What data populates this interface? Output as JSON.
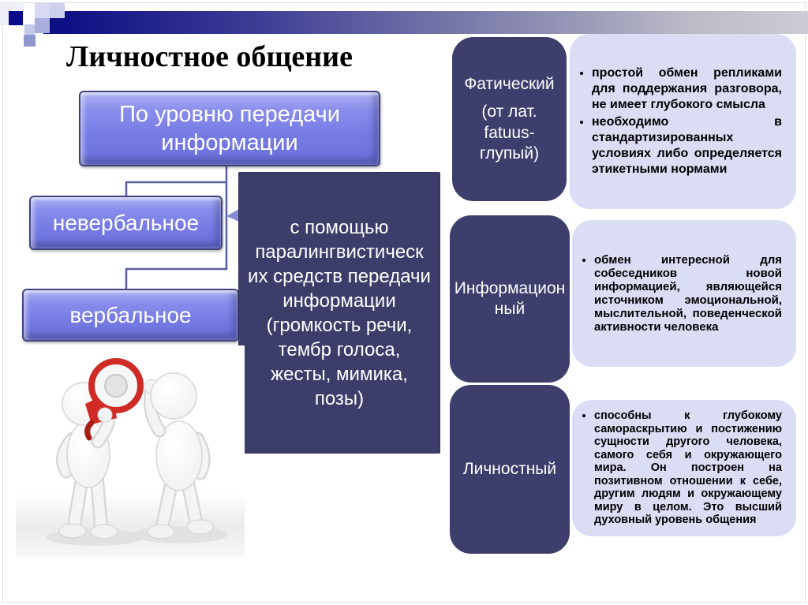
{
  "slide": {
    "title": "Личностное общение"
  },
  "flowchart": {
    "root_label": "По уровню передачи информации",
    "branches": [
      {
        "label": "невербальное"
      },
      {
        "label": "вербальное"
      }
    ],
    "note": "с помощью паралингвистическ​их средств передачи информации (громкость речи, тембр голоса, жесты, мимика, позы)"
  },
  "levels": [
    {
      "name": "Фатический",
      "origin": "(от лат. fatuus-глупый)",
      "bullets": [
        "простой обмен репликами для поддержания разговора, не имеет глубокого смысла",
        "необходимо в стандартизированных условиях либо определяется этикетными нормами"
      ]
    },
    {
      "name": "Информацион​ный",
      "bullets": [
        "обмен интересной для собеседников новой информацией, являющейся источником эмоциональной, мыслительной, поведенческой активности человека"
      ]
    },
    {
      "name": "Личностный",
      "bullets": [
        "способны к глубокому самораскрытию и постижению сущности другого человека, самого себя и окружающего мира. Он построен на позитивном отношении к себе, другим людям и окружающему миру в целом. Это высший духовный уровень общения"
      ]
    }
  ],
  "illustration": {
    "left_figure": "figure-shouting-into-megaphone",
    "right_figure": "figure-listening-hand-to-ear",
    "megaphone_color": "#cf2b24"
  },
  "colors": {
    "dark_box": "#3e3e6c",
    "light_box": "#dbddf5",
    "button_fill": "#767be4",
    "connector": "#5c609f",
    "accent_bar_start": "#0b0b84",
    "accent_bar_end": "#cbccd6"
  }
}
